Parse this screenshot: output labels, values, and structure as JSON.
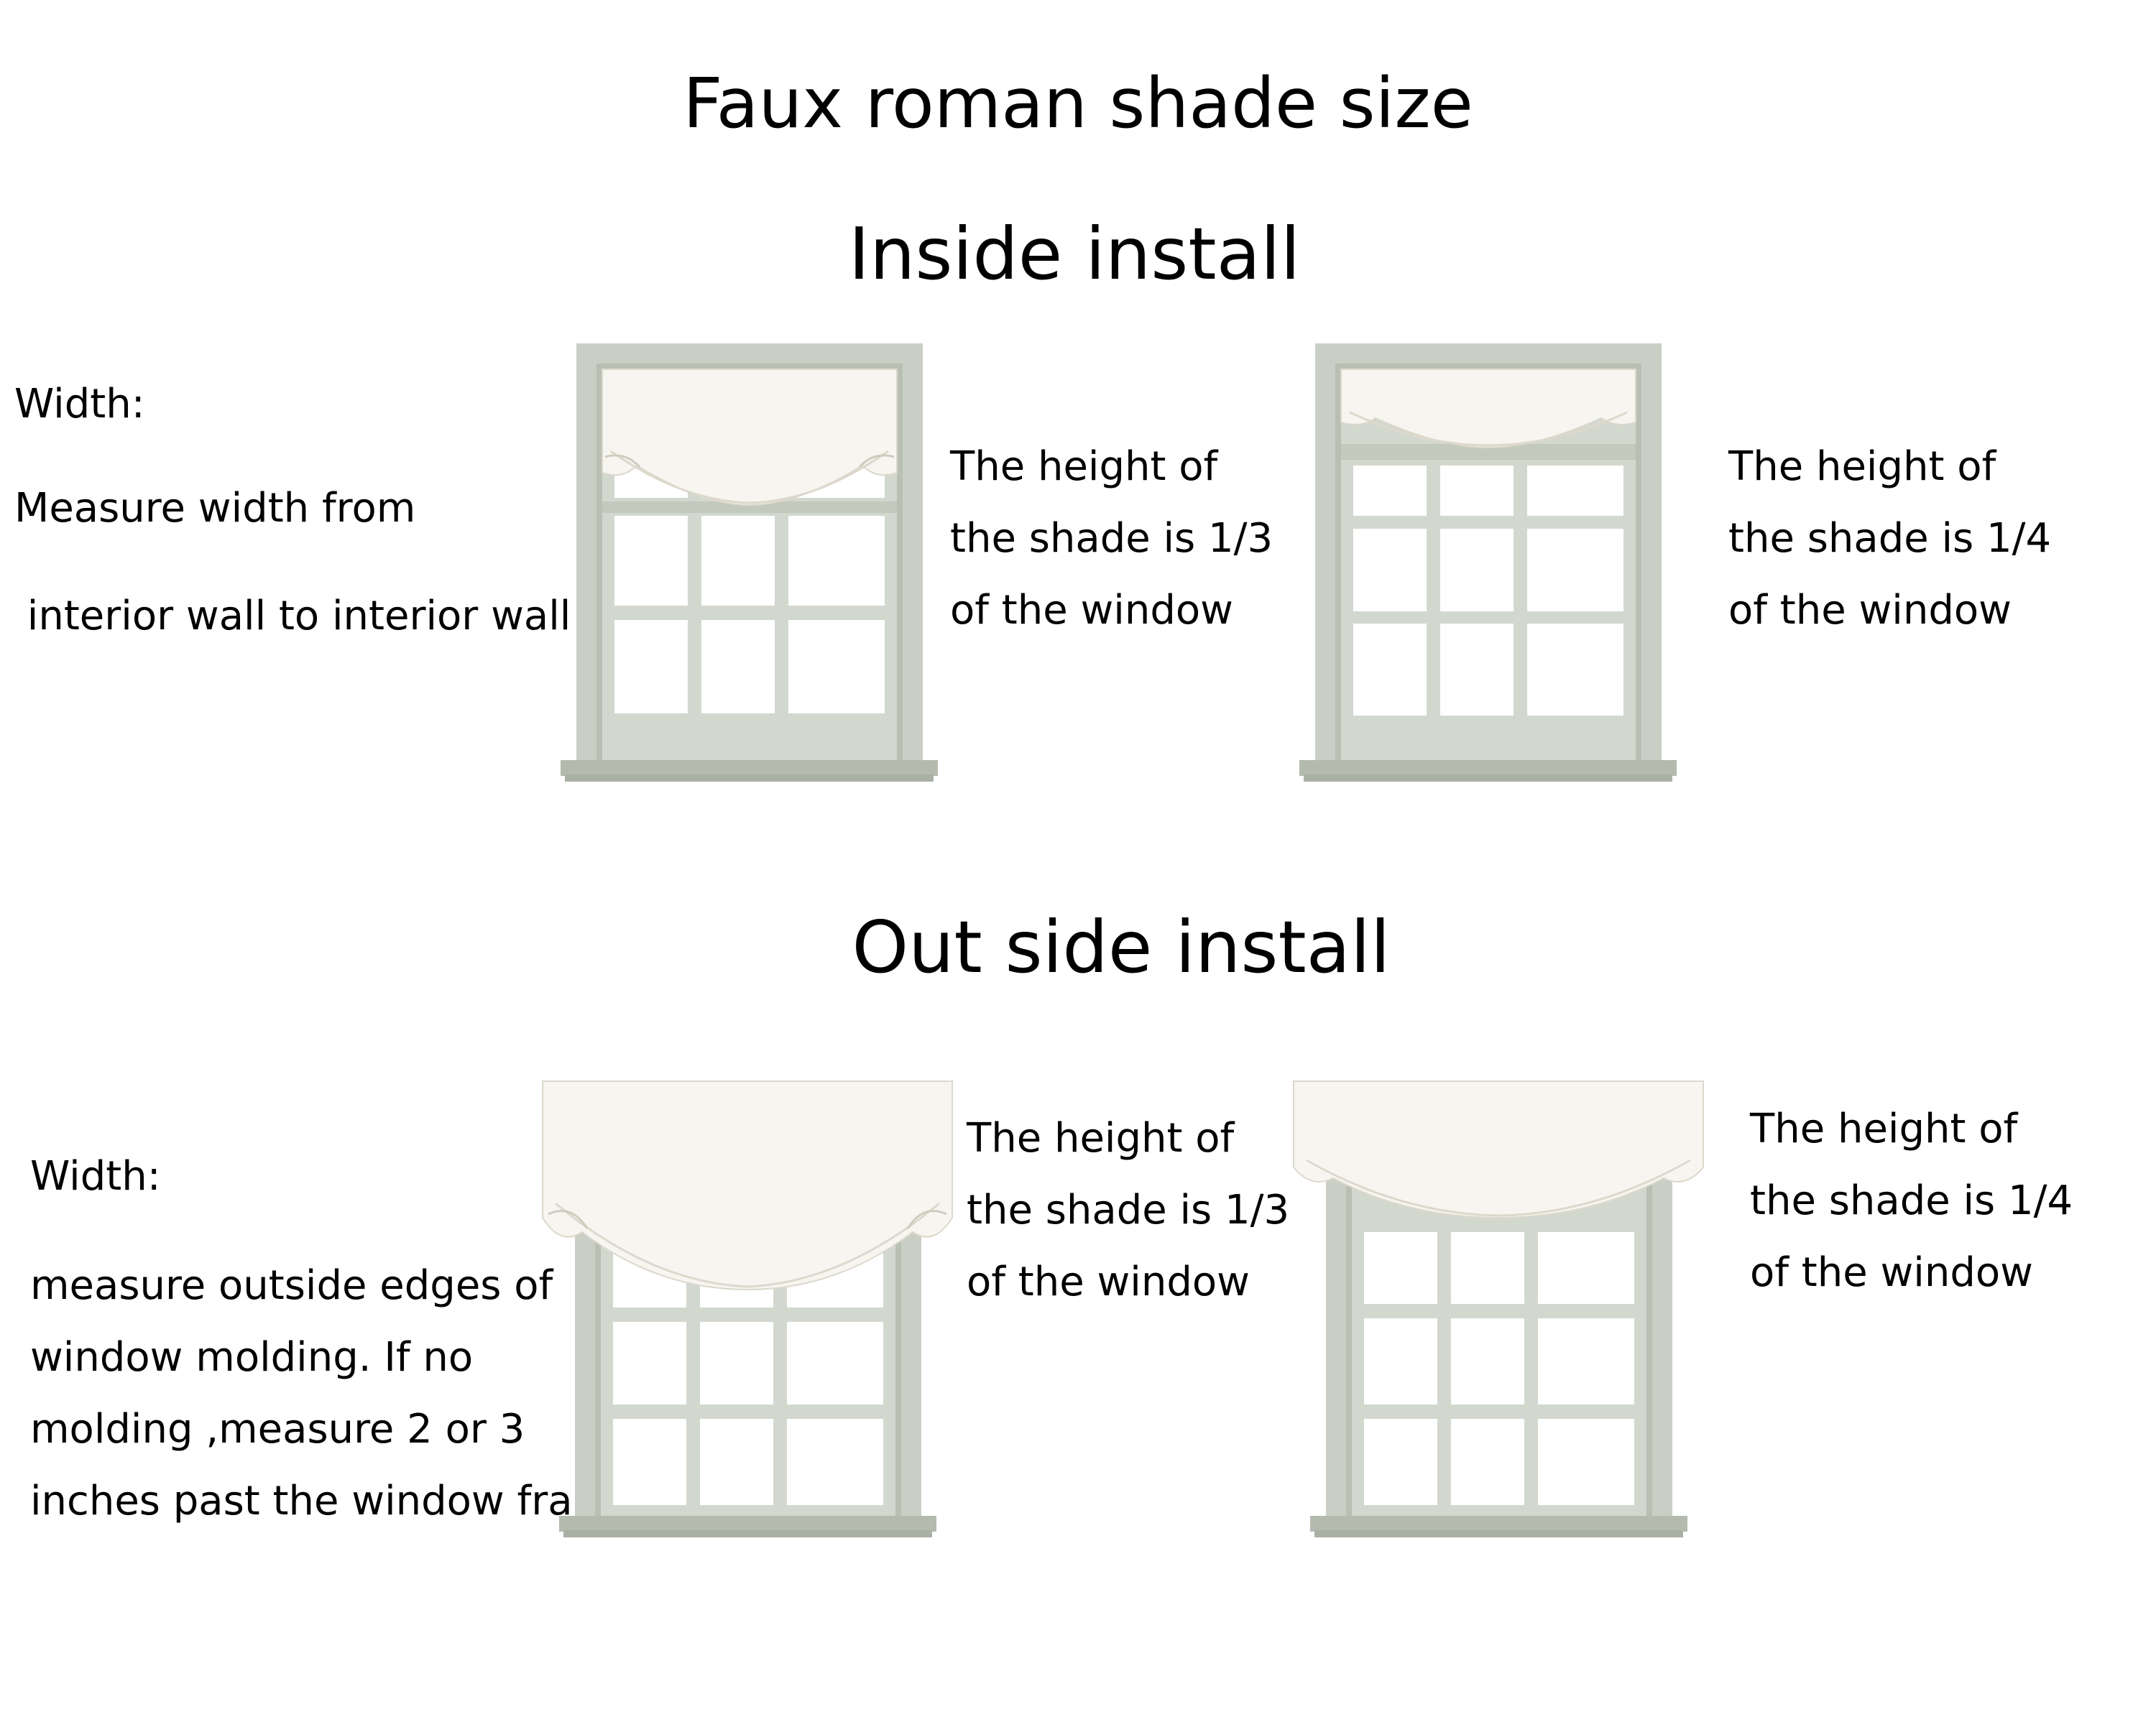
{
  "title": "Faux roman shade size",
  "sections": {
    "inside": {
      "heading": "Inside install",
      "width_label": "Width:",
      "width_lines": [
        "Measure width from",
        " interior wall to interior wall"
      ],
      "left_note": [
        "The height of",
        "the shade is 1/3",
        "of the window"
      ],
      "right_note": [
        "The height of",
        "the shade is 1/4",
        "of the window"
      ]
    },
    "outside": {
      "heading": "Out side install",
      "width_label": "Width:",
      "width_lines": [
        "measure outside edges of",
        "window molding. If no",
        "molding ,measure 2 or 3",
        "inches past the window frame."
      ],
      "left_note": [
        "The height of",
        "the shade is 1/3",
        "of the window"
      ],
      "right_note": [
        "The height of",
        "the shade is 1/4",
        "of the window"
      ]
    }
  },
  "colors": {
    "frame": "#c9cfc4",
    "frame_dark": "#a9b1a4",
    "sill": "#b4bbae",
    "glass": "#ffffff",
    "shade": "#f7f5ef",
    "shade_fold": "#dcd8cc",
    "text": "#000000"
  },
  "icons": {
    "window": "double-hung-window-icon",
    "shade": "roman-shade-icon"
  }
}
